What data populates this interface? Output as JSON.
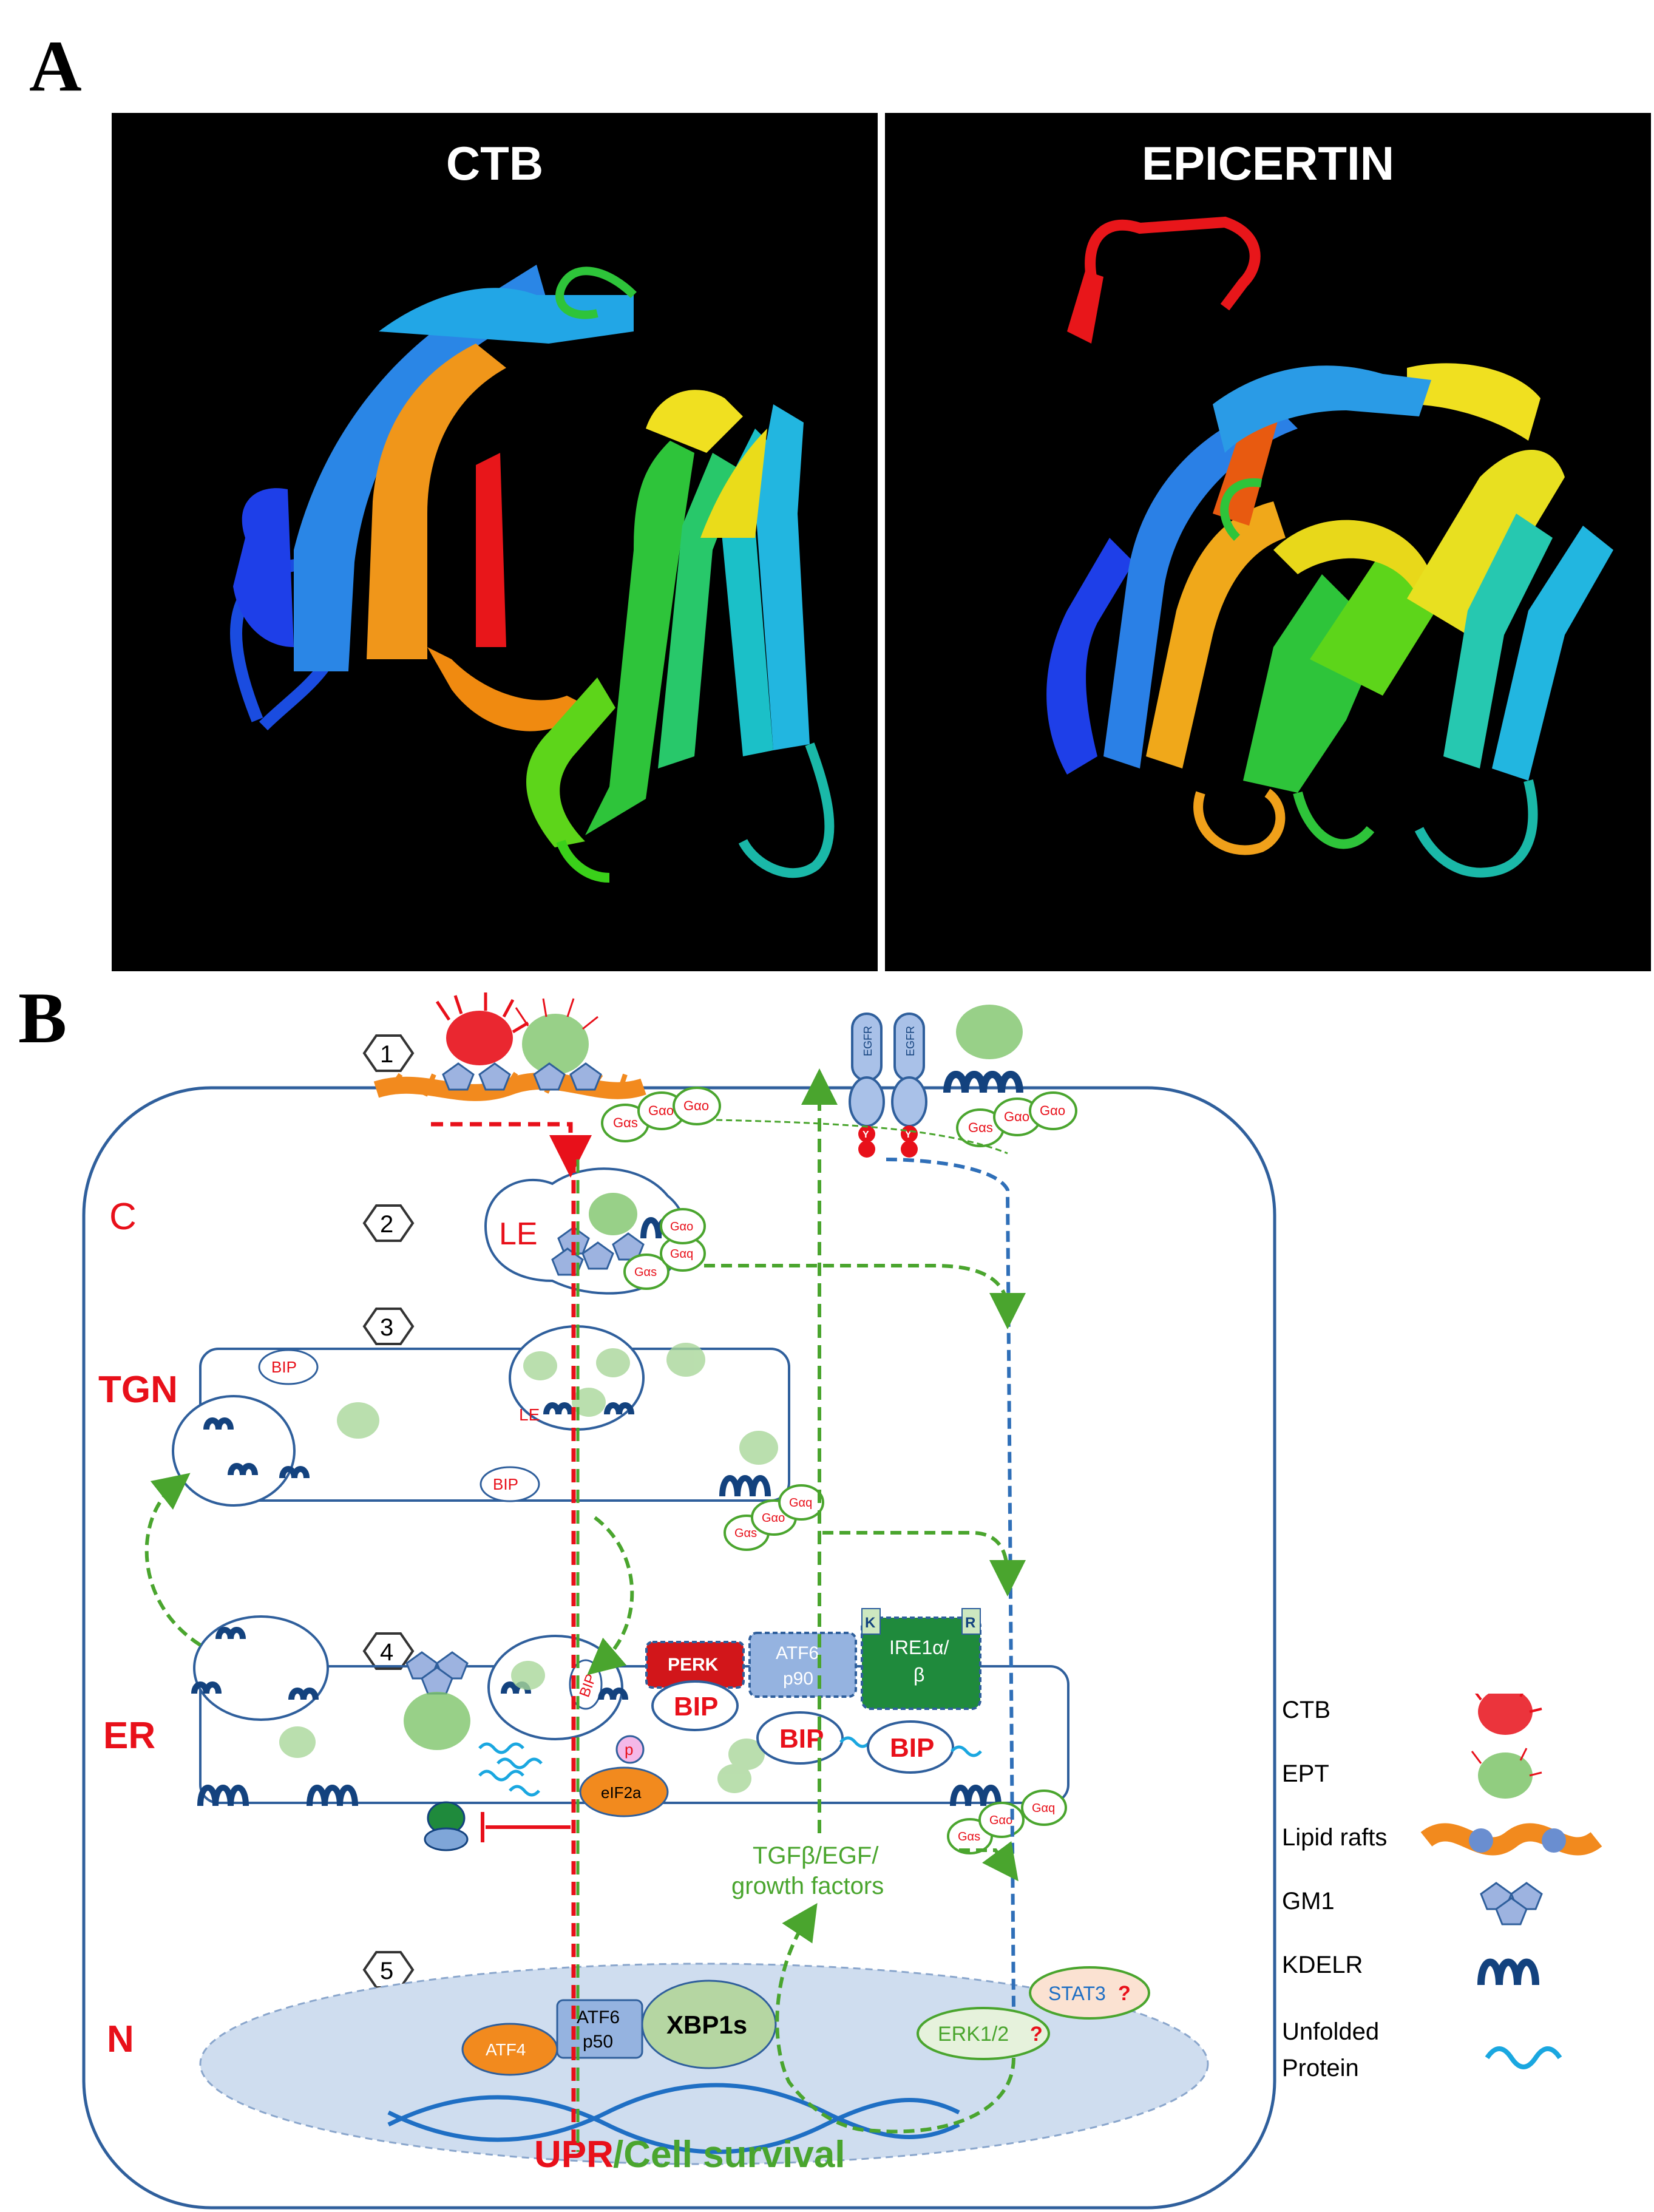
{
  "panel_a": {
    "letter": "A",
    "left_title": "CTB",
    "right_title": "EPICERTIN"
  },
  "panel_b": {
    "letter": "B",
    "steps": [
      "1",
      "2",
      "3",
      "4",
      "5"
    ],
    "compartments": {
      "cytosol": "C",
      "tgn": "TGN",
      "er": "ER",
      "nucleus": "N"
    },
    "labels": {
      "le_large": "LE",
      "le_small": "LE",
      "bip": "BIP",
      "perk": "PERK",
      "atf6_p90": [
        "ATF6",
        "p90"
      ],
      "ire1": [
        "IRE1α/",
        "β"
      ],
      "k": "K",
      "r": "R",
      "egfr": "EGFR",
      "y": "Y",
      "p": "p",
      "eif2a": "eIF2a",
      "atf4": "ATF4",
      "atf6_p50": [
        "ATF6",
        "p50"
      ],
      "xbp1s": "XBP1s",
      "erk": "ERK1/2",
      "stat3": "STAT3",
      "question": "?",
      "gas": "Gαs",
      "gao": "Gαo",
      "gaq": "Gαq",
      "growth_factors": [
        "TGFβ/EGF/",
        "growth factors"
      ],
      "upr": "UPR",
      "cell_survival": "/Cell survival"
    },
    "legend": [
      {
        "label": "CTB",
        "icon": "ctb-icon"
      },
      {
        "label": "EPT",
        "icon": "ept-icon"
      },
      {
        "label": "Lipid rafts",
        "icon": "lipid-raft-icon"
      },
      {
        "label": "GM1",
        "icon": "gm1-icon"
      },
      {
        "label": "KDELR",
        "icon": "kdelr-icon"
      },
      {
        "label": "Unfolded",
        "label2": "Protein",
        "icon": "unfolded-protein-icon"
      }
    ]
  },
  "colors": {
    "red": "#e8101a",
    "green": "#4aa52e",
    "blue_line": "#2f5f9c",
    "navy": "#13427e",
    "nucleus": "#cfddef"
  }
}
